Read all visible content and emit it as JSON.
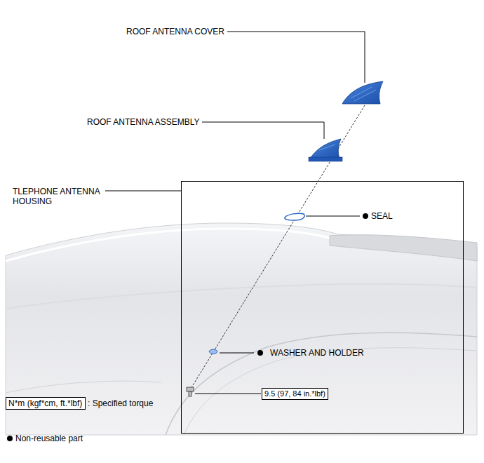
{
  "diagram": {
    "nodes": [
      {
        "text": [
          "9.5 (97, 84 in.*lbf)"
        ]
      },
      {
        "text": [
          "N*m (kgf*cm, ft.*lbf)"
        ]
      }
    ],
    "labels": [
      "ROOF ANTENNA COVER",
      "ROOF ANTENNA ASSEMBLY",
      "TLEPHONE ANTENNA HOUSING",
      "SEAL",
      "WASHER AND HOLDER",
      ": Specified torque",
      "Non-reusable part"
    ]
  }
}
